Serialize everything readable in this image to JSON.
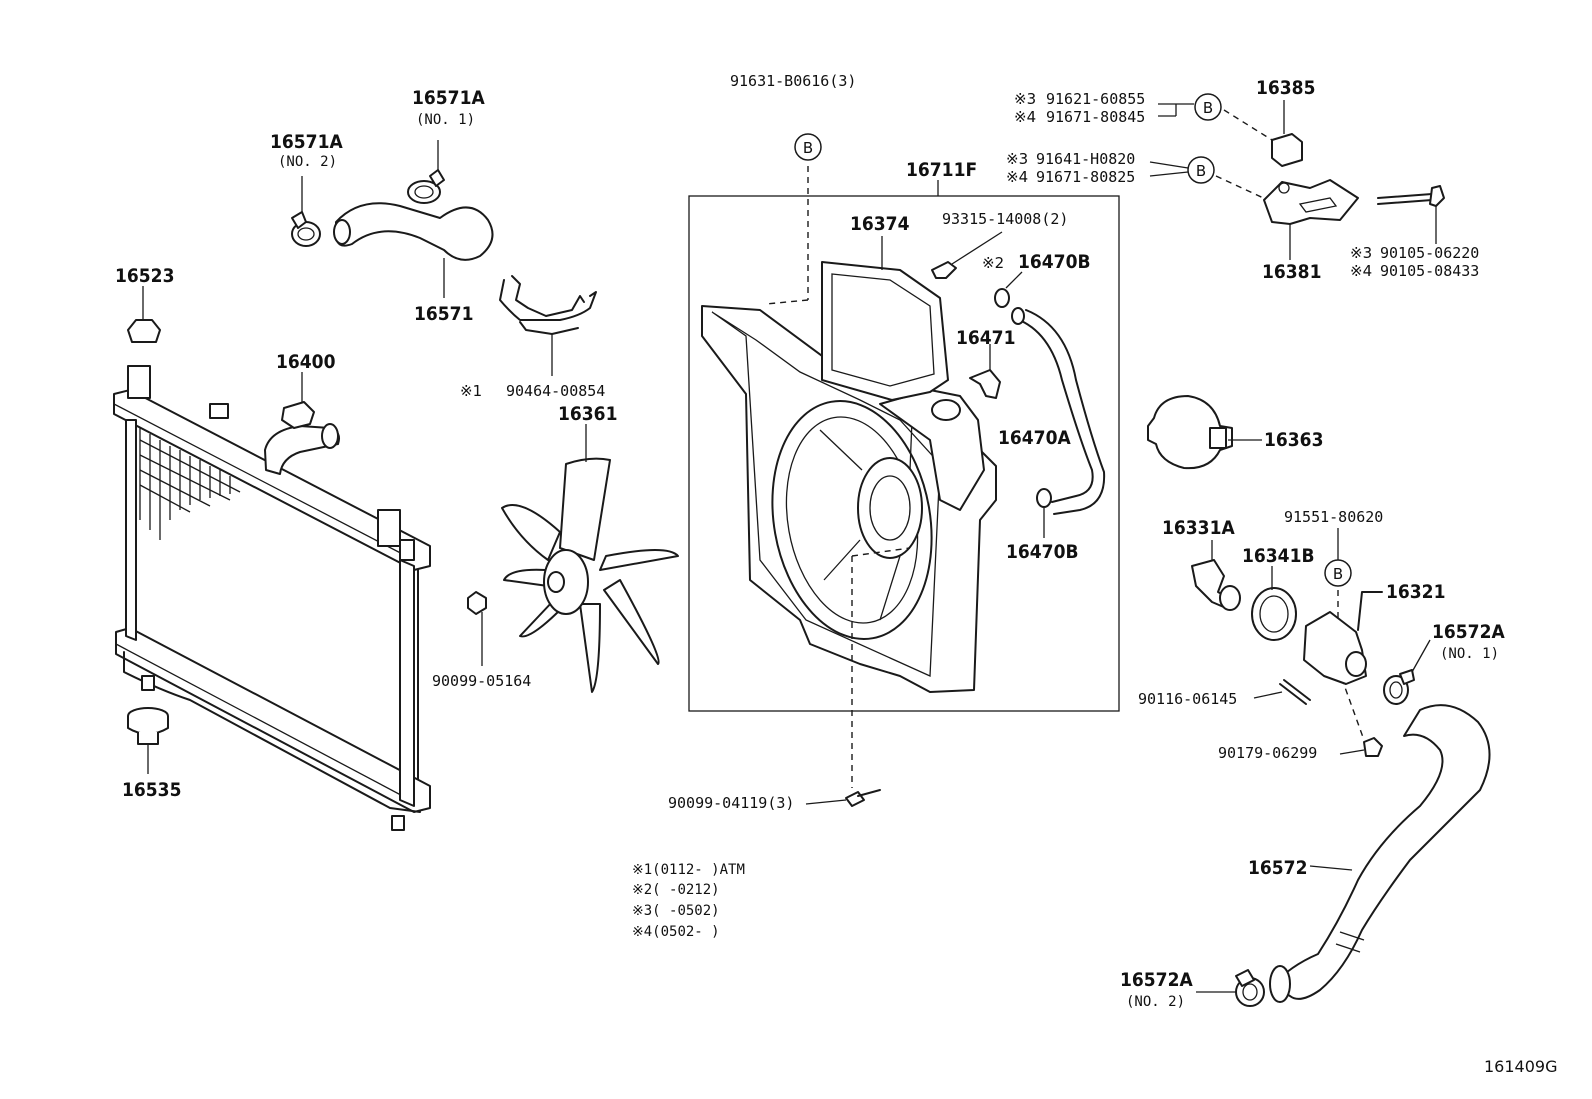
{
  "labels": {
    "p16571A_no1": "16571A",
    "p16571A_no1_sub": "(NO. 1)",
    "p16571A_no2": "16571A",
    "p16571A_no2_sub": "(NO. 2)",
    "p16571": "16571",
    "p16523": "16523",
    "p16400": "16400",
    "p16535": "16535",
    "p90464": "90464-00854",
    "p90464_mark": "※1",
    "p16361": "16361",
    "p90099_05164": "90099-05164",
    "p91631": "91631-B0616(3)",
    "p16711F": "16711F",
    "p16374": "16374",
    "p93315": "93315-14008(2)",
    "p16470B_top": "16470B",
    "p16470B_top_mark": "※2",
    "p16471": "16471",
    "p16470A": "16470A",
    "p16470B_bottom": "16470B",
    "p90099_04119": "90099-04119(3)",
    "p91621_mark": "※3",
    "p91621": "91621-60855",
    "p91671_80845_mark": "※4",
    "p91671_80845": "91671-80845",
    "p91641_mark": "※3",
    "p91641": "91641-H0820",
    "p91671_80825_mark": "※4",
    "p91671_80825": "91671-80825",
    "p16385": "16385",
    "p16381": "16381",
    "p90105_06220_mark": "※3",
    "p90105_06220": "90105-06220",
    "p90105_08433_mark": "※4",
    "p90105_08433": "90105-08433",
    "p16363": "16363",
    "p16331A": "16331A",
    "p16341B": "16341B",
    "p91551": "91551-80620",
    "p16321": "16321",
    "p16572A_no1": "16572A",
    "p16572A_no1_sub": "(NO. 1)",
    "p90116": "90116-06145",
    "p90179": "90179-06299",
    "p16572": "16572",
    "p16572A_no2": "16572A",
    "p16572A_no2_sub": "(NO. 2)"
  },
  "callouts": {
    "b1": "B",
    "b2": "B",
    "b3": "B",
    "b4": "B"
  },
  "notes": [
    "※1(0112-     )ATM",
    "※2(     -0212)",
    "※3(     -0502)",
    "※4(0502-     )"
  ],
  "figure_id": "161409G"
}
